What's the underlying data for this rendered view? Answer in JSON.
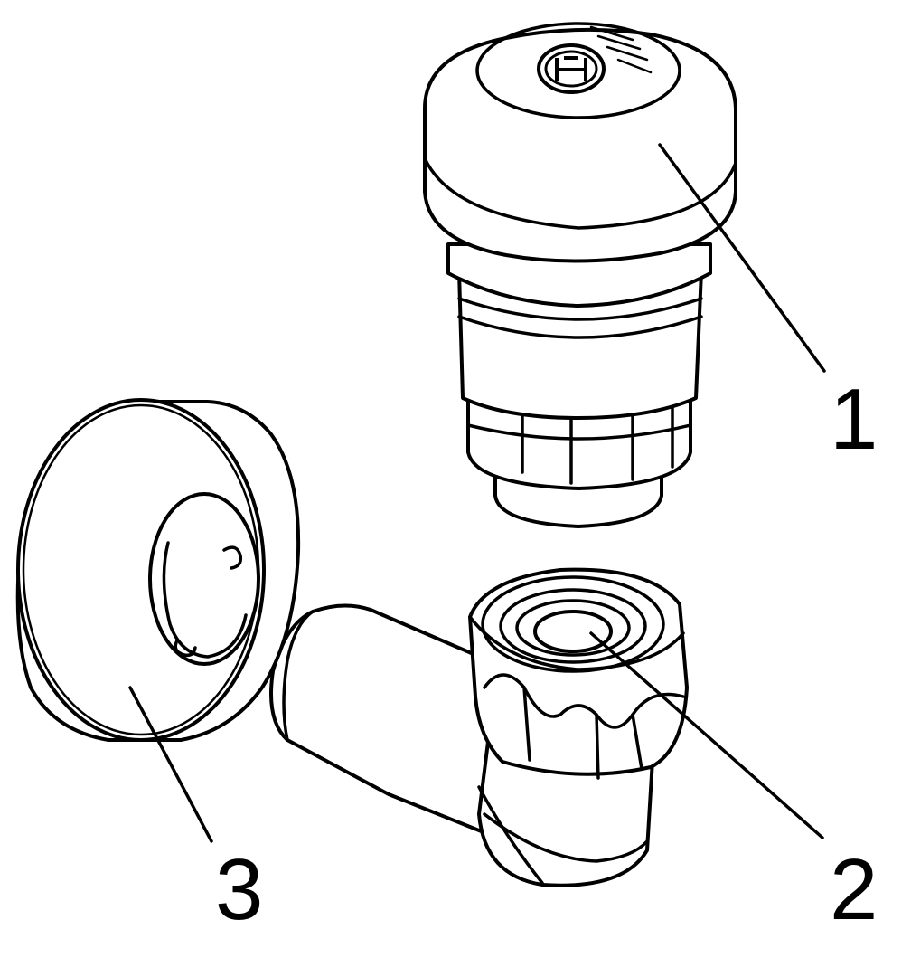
{
  "callouts": {
    "part1": "1",
    "part2": "2",
    "part3": "3"
  },
  "cap_marking": "H"
}
